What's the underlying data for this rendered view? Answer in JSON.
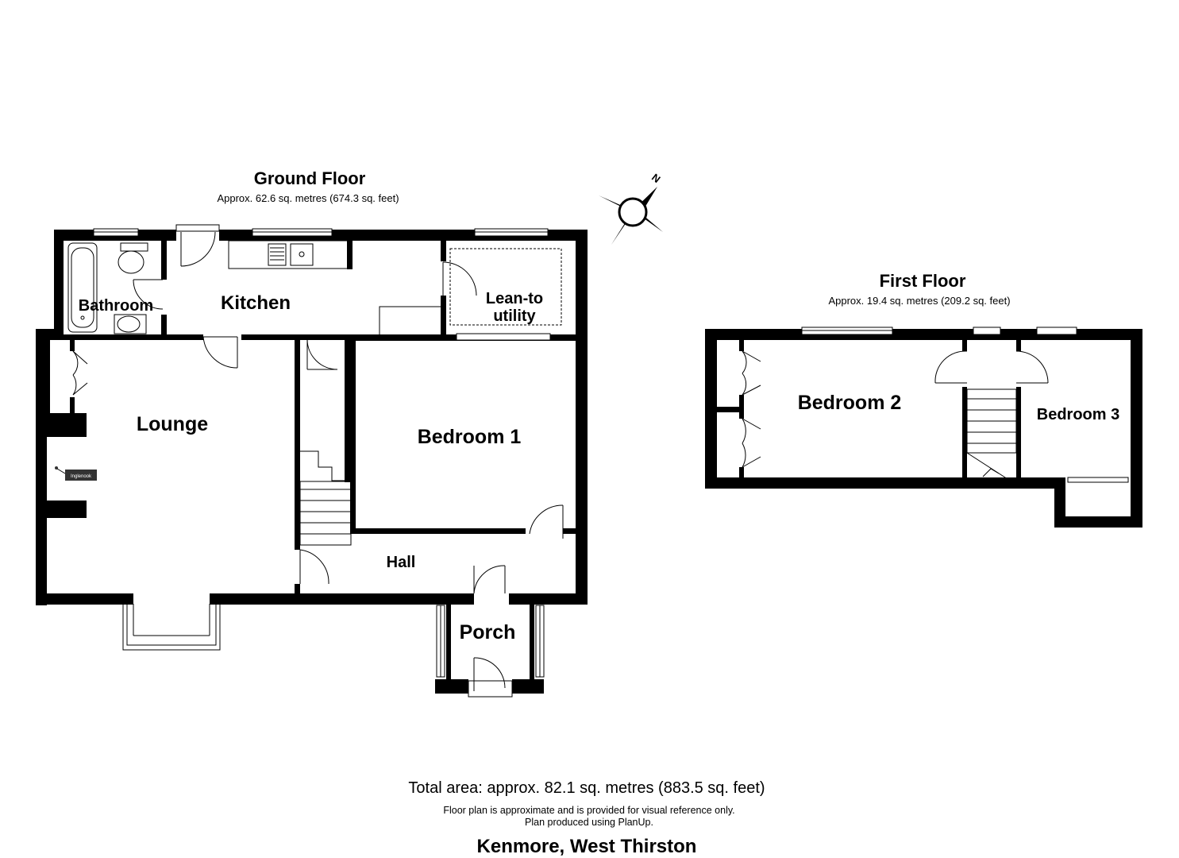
{
  "ground_floor": {
    "title": "Ground Floor",
    "area": "Approx. 62.6 sq. metres (674.3 sq. feet)",
    "rooms": {
      "bathroom": "Bathroom",
      "kitchen": "Kitchen",
      "lean_to_line1": "Lean-to",
      "lean_to_line2": "utility",
      "lounge": "Lounge",
      "bedroom1": "Bedroom 1",
      "hall": "Hall",
      "porch": "Porch"
    },
    "inglenook": "Inglenook"
  },
  "first_floor": {
    "title": "First Floor",
    "area": "Approx. 19.4 sq. metres (209.2 sq. feet)",
    "rooms": {
      "bedroom2": "Bedroom 2",
      "bedroom3": "Bedroom 3"
    }
  },
  "compass": {
    "label": "N"
  },
  "footer": {
    "total_area": "Total area: approx. 82.1 sq. metres (883.5 sq. feet)",
    "disclaimer_line1": "Floor plan is approximate and is provided for visual reference only.",
    "disclaimer_line2": "Plan produced using PlanUp.",
    "property_name": "Kenmore, West Thirston"
  }
}
